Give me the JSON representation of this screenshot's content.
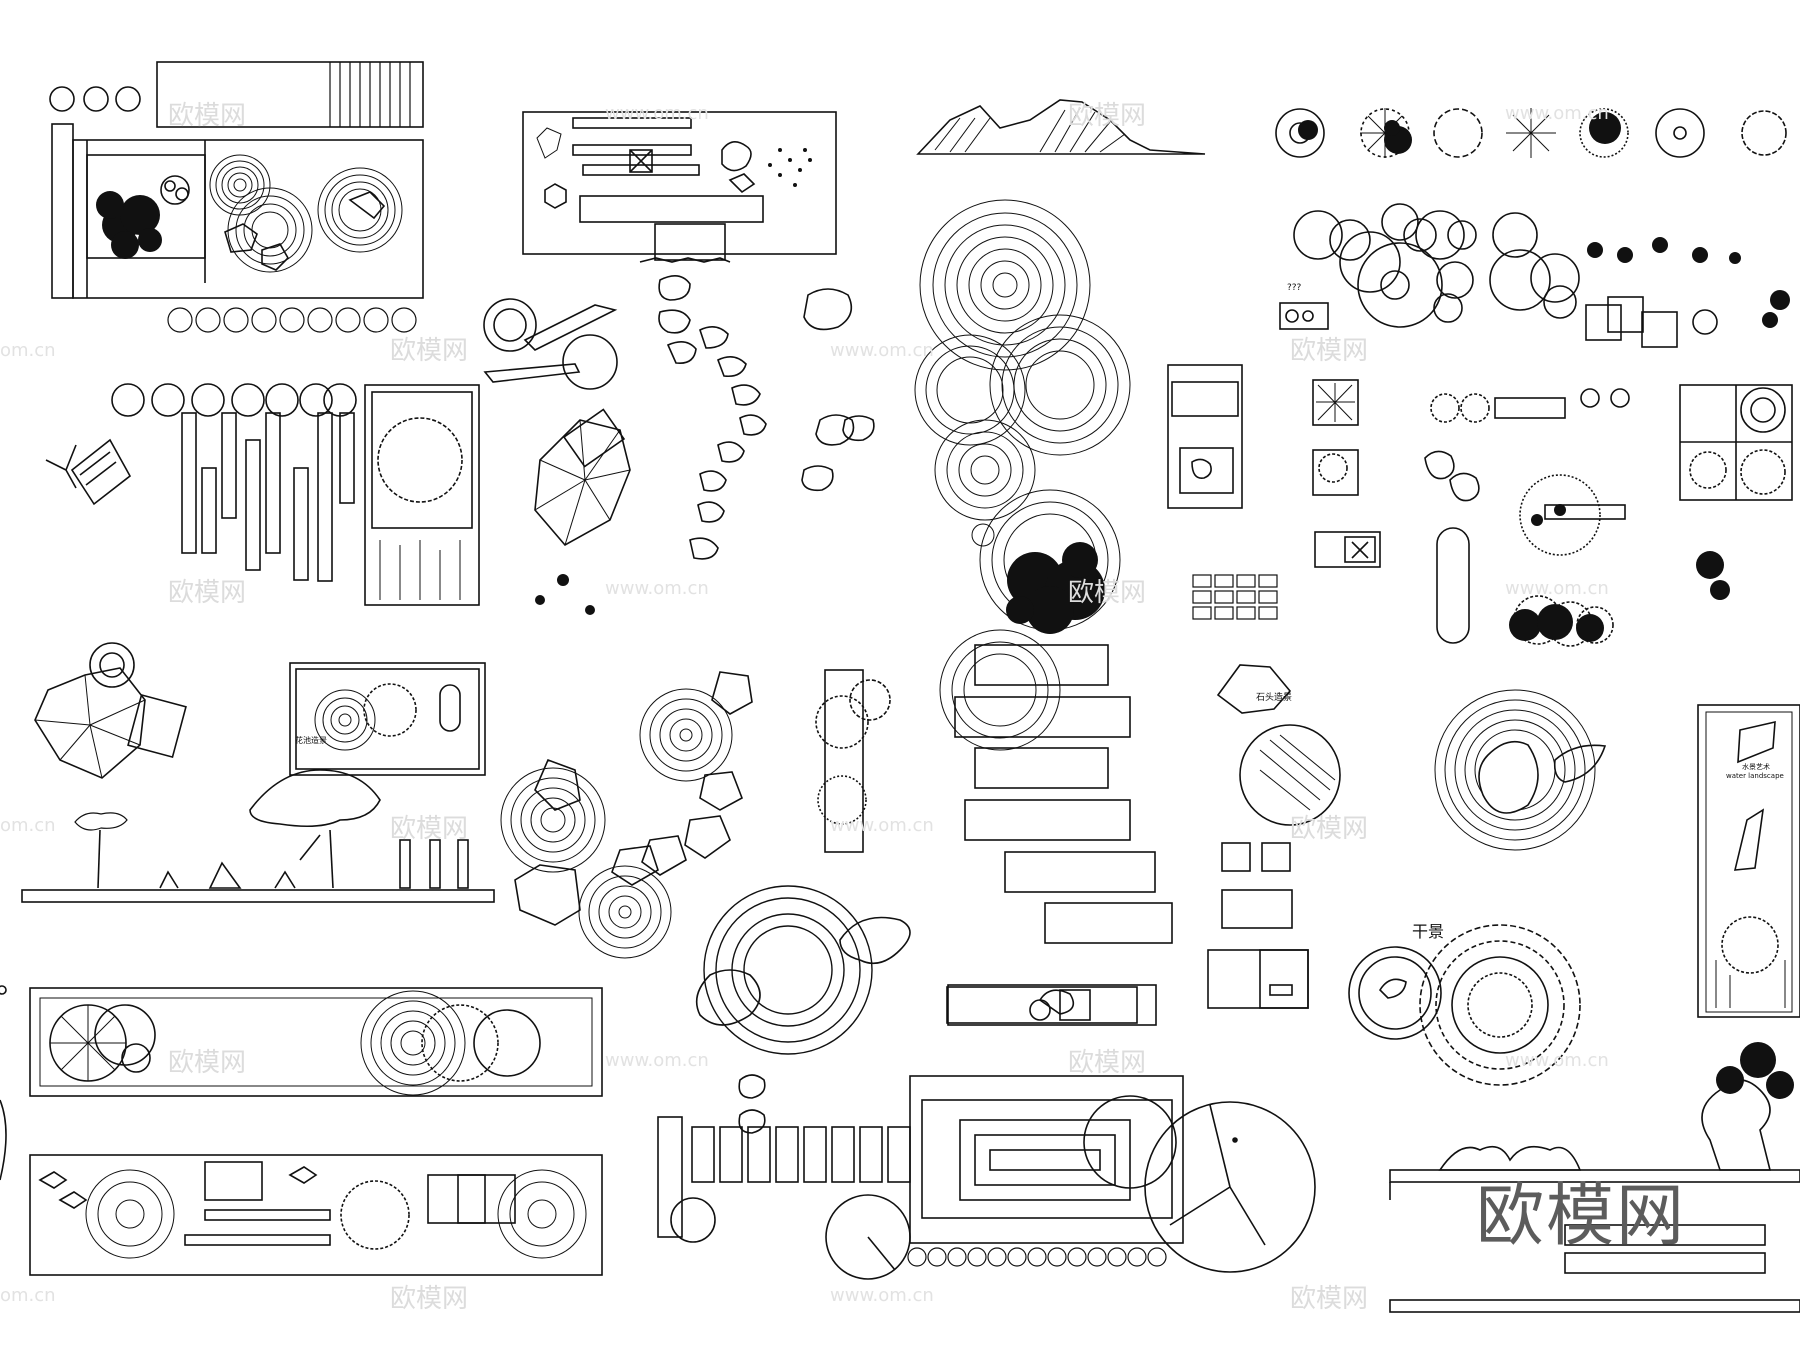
{
  "labels": {
    "unknown_marker": "???",
    "stone_note": "石头造景",
    "flower_note": "花池造景",
    "dry_landscape": "干景",
    "panel_cn": "水景艺术",
    "panel_en": "water landscape"
  },
  "watermarks": {
    "brand": "欧模网",
    "url": "www.om.cn",
    "url_short": "om.cn"
  },
  "logo": "欧模网",
  "colors": {
    "line": "#111111",
    "watermark": "#dcdcdc",
    "logo": "#5c5c5c"
  }
}
